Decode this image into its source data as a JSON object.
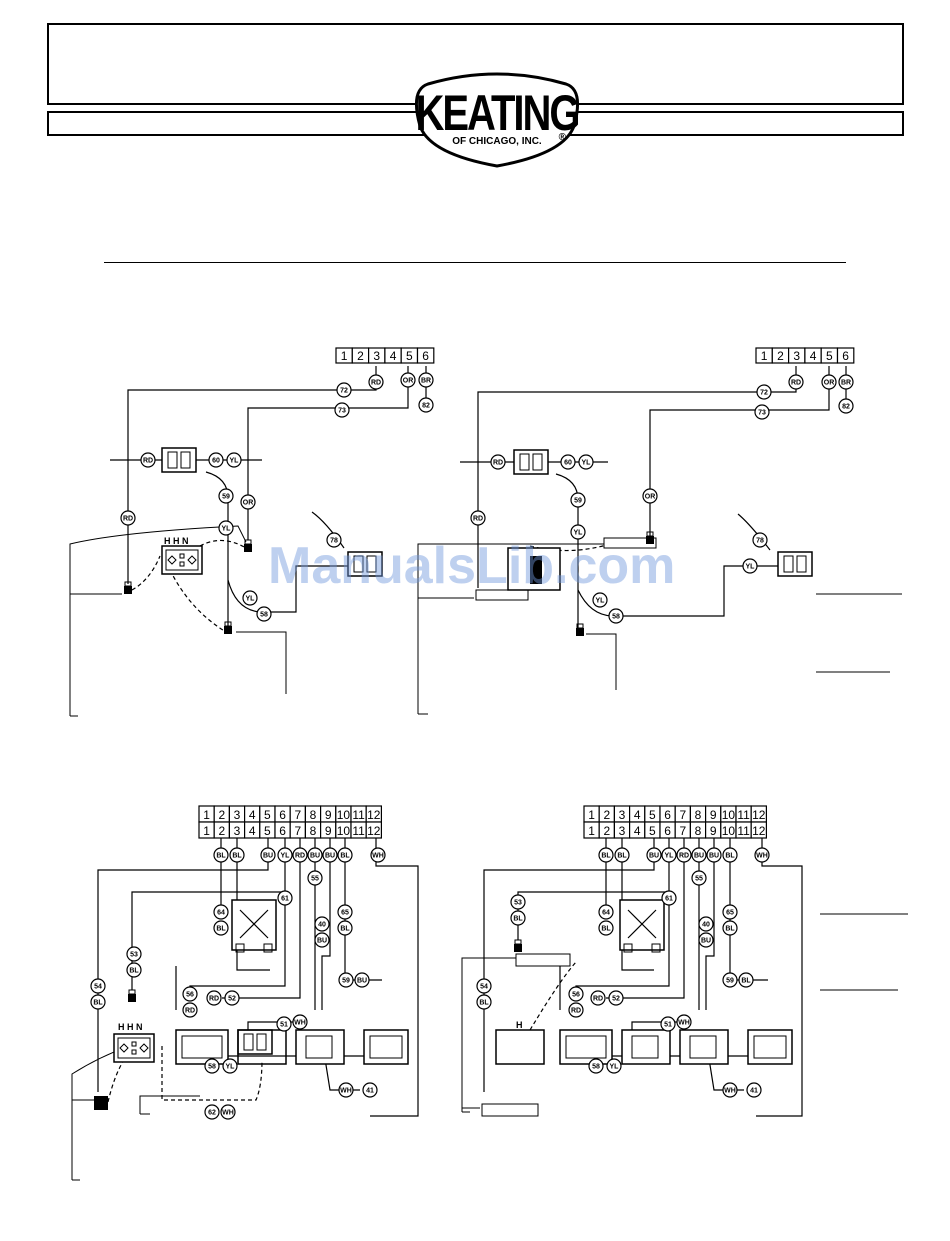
{
  "header": {
    "brand": "KEATING",
    "brand_sub": "OF CHICAGO, INC.",
    "registered_mark": "®"
  },
  "watermark": "ManualsLib.com",
  "diagrams": {
    "top_terminal_numbers": [
      "1",
      "2",
      "3",
      "4",
      "5",
      "6"
    ],
    "top_left_tags": {
      "w72": "72",
      "w73": "73",
      "rd_top": "RD",
      "or_top": "OR",
      "br_top": "BR",
      "w82": "82",
      "rd_in": "RD",
      "w60": "60",
      "yl_60": "YL",
      "w59": "59",
      "or_mid": "OR",
      "yl_mid": "YL",
      "rd_mid": "RD",
      "w78": "78",
      "yl_58": "YL",
      "w58": "58",
      "sw_label": "H  H  N"
    },
    "top_right_tags": {
      "w72": "72",
      "w73": "73",
      "rd_top": "RD",
      "or_top": "OR",
      "br_top": "BR",
      "w82": "82",
      "rd_in": "RD",
      "w60": "60",
      "yl_60": "YL",
      "w59": "59",
      "or_mid": "OR",
      "yl_mid": "YL",
      "rd_mid": "RD",
      "w78": "78",
      "yl_right": "YL",
      "yl_58": "YL",
      "w58": "58"
    },
    "bottom_terminal_numbers": [
      "1",
      "2",
      "3",
      "4",
      "5",
      "6",
      "7",
      "8",
      "9",
      "10",
      "11",
      "12"
    ],
    "bottom_left_tags": {
      "t_bl1": "BL",
      "t_bl2": "BL",
      "t_bu1": "BU",
      "t_yl": "YL",
      "t_rd": "RD",
      "t_bu2": "BU",
      "t_bu3": "BU",
      "t_bl3": "BL",
      "t_wh": "WH",
      "w61": "61",
      "w55": "55",
      "w64": "64",
      "bl64": "BL",
      "w40": "40",
      "bu40": "BU",
      "w65": "65",
      "bl65": "BL",
      "w53": "53",
      "bl53": "BL",
      "w54": "54",
      "bl54": "BL",
      "w56": "56",
      "rd56": "RD",
      "rd52": "RD",
      "w52": "52",
      "w59": "59",
      "bu59": "BU",
      "w51": "51",
      "wh51": "WH",
      "w58": "58",
      "yl58": "YL",
      "w62": "62",
      "wh62": "WH",
      "wh41": "WH",
      "w41": "41",
      "sw_label": "H H N"
    },
    "bottom_right_tags": {
      "t_bl1": "BL",
      "t_bl2": "BL",
      "t_bu1": "BU",
      "t_yl": "YL",
      "t_rd": "RD",
      "t_bu2": "BU",
      "t_bu3": "BU",
      "t_bl3": "BL",
      "t_wh": "WH",
      "w61": "61",
      "w55": "55",
      "w64": "64",
      "bl64": "BL",
      "w40": "40",
      "bu40": "BU",
      "w65": "65",
      "bl65": "BL",
      "w53": "53",
      "bl53": "BL",
      "w54": "54",
      "bl54": "BL",
      "w56": "56",
      "rd56": "RD",
      "rd52": "RD",
      "w52": "52",
      "w59": "59",
      "bl59": "BL",
      "w51": "51",
      "wh51": "WH",
      "w58": "58",
      "yl58": "YL",
      "wh41": "WH",
      "w41": "41",
      "sw_label": "H"
    }
  }
}
